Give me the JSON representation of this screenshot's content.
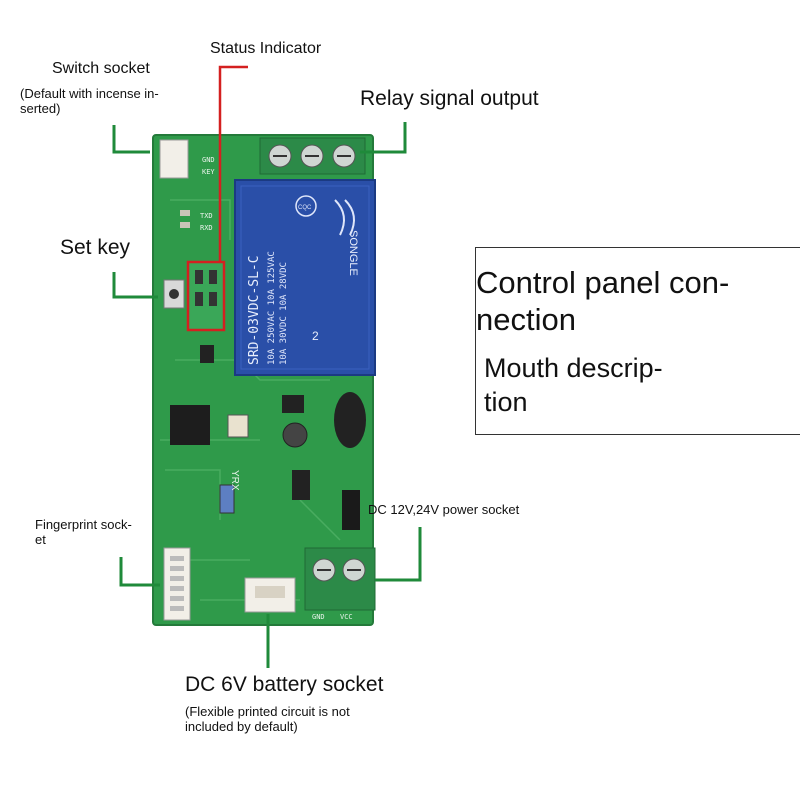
{
  "labels": {
    "status_indicator": "Status Indicator",
    "switch_socket": "Switch socket",
    "switch_socket_note": "(Default with incense in-\nserted)",
    "relay_output": "Relay signal output",
    "set_key": "Set key",
    "fingerprint_socket": "Fingerprint sock-\net",
    "power_socket": "DC 12V,24V power socket",
    "battery_socket": "DC 6V battery socket",
    "battery_note": "(Flexible printed circuit is not\nincluded by default)"
  },
  "panel": {
    "title": "Control panel con-\nnection",
    "subtitle": "Mouth descrip-\ntion"
  },
  "board": {
    "relay_brand": "SONGLE",
    "relay_model": "SRD-03VDC-SL-C",
    "relay_spec_1": "10A 250VAC  10A 125VAC",
    "relay_spec_2": "10A  30VDC  10A  28VDC",
    "terminal_mark": "2",
    "silk_yrx": "YRX",
    "pad_gnd": "GND",
    "pad_key": "KEY",
    "pad_txd": "TXD",
    "pad_rxd": "RXD",
    "term_gnd": "GND",
    "term_vcc": "VCC",
    "cert_mark": "CQC"
  },
  "colors": {
    "pcb": "#2f9a4a",
    "leader_green": "#1f8a3a",
    "status_red": "#d42020",
    "relay_blue": "#2a4fa8",
    "terminal_green": "#2c8a48"
  }
}
